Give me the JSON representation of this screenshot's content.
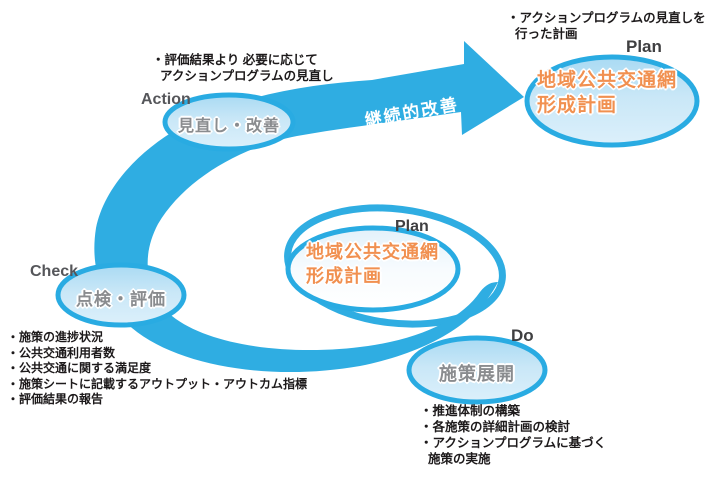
{
  "arrow": {
    "label": "継続的改善"
  },
  "stages": {
    "action": {
      "label": "Action",
      "ellipse_text": "見直し・改善",
      "note_lines": [
        "・評価結果より 必要に応じて",
        "アクションプログラムの見直し"
      ]
    },
    "plan_top": {
      "label": "Plan",
      "ellipse_line1": "地域公共交通網",
      "ellipse_line2": "形成計画",
      "note_lines": [
        "・アクションプログラムの見直しを",
        "行った計画"
      ]
    },
    "plan_center": {
      "label": "Plan",
      "ellipse_line1": "地域公共交通網",
      "ellipse_line2": "形成計画"
    },
    "check": {
      "label": "Check",
      "ellipse_text": "点検・評価",
      "note_lines": [
        "・施策の進捗状況",
        "・公共交通利用者数",
        "・公共交通に関する満足度",
        "・施策シートに記載するアウトプット・アウトカム指標",
        "・評価結果の報告"
      ]
    },
    "do": {
      "label": "Do",
      "ellipse_text": "施策展開",
      "note_lines": [
        "・推進体制の構築",
        "・各施策の詳細計画の検討",
        "・アクションプログラムに基づく",
        "施策の実施"
      ]
    }
  },
  "colors": {
    "band_blue": "#2fade2",
    "ellipse_stroke": "#29abe2",
    "ellipse_fill_light": "#cde9f8",
    "center_fill": "#f2f9fd",
    "orange_text": "#f19050",
    "gray_ellipse_text": "#8a8c8f",
    "label_dark": "#3f3f41",
    "note_dark": "#1d1a1b",
    "arrow_label_white": "#ffffff"
  }
}
